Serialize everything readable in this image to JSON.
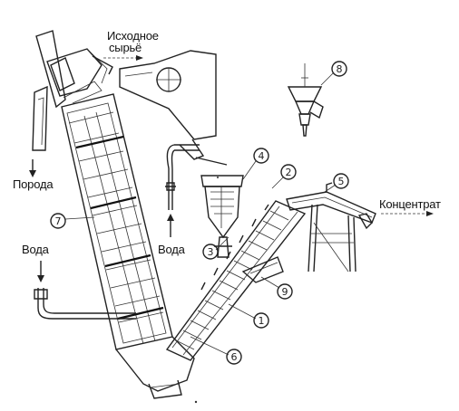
{
  "labels": {
    "source_line1": "Исходное",
    "source_line2": "сырьё",
    "waste_rock": "Порода",
    "water_left": "Вода",
    "water_center": "Вода",
    "concentrate": "Концентрат"
  },
  "callouts": [
    "1",
    "2",
    "3",
    "4",
    "5",
    "6",
    "7",
    "8",
    "9"
  ]
}
